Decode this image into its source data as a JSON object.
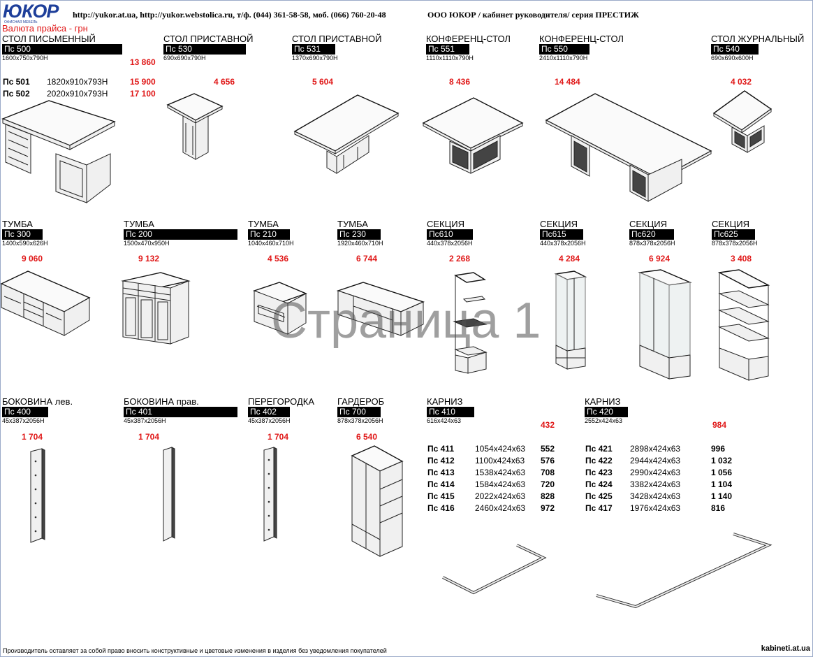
{
  "header": {
    "logo": "ЮКОР",
    "logo_sub": "ОФИСНАЯ МЕБЕЛЬ",
    "links": "http://yukor.at.ua, http://yukor.webstolica.ru, т/ф. (044) 361-58-58, моб. (066) 760-20-48",
    "company": "ООО ЮКОР  / кабинет руководителя/ серия ПРЕСТИЖ",
    "currency": "Валюта прайса - грн"
  },
  "watermark": "Страница 1",
  "row1": [
    {
      "title": "СТОЛ ПИСЬМЕННЫЙ",
      "code": "Пс 500",
      "dims": "1600x750x790Н",
      "price": "13 860",
      "variants": [
        {
          "code": "Пс 501",
          "dims": "1820х910х793Н",
          "price": "15 900"
        },
        {
          "code": "Пс 502",
          "dims": "2020х910х793Н",
          "price": "17 100"
        }
      ]
    },
    {
      "title": "СТОЛ ПРИСТАВНОЙ",
      "code": "Пс 530",
      "dims": "690x690x790Н",
      "price": "4 656"
    },
    {
      "title": "СТОЛ ПРИСТАВНОЙ",
      "code": "Пс 531",
      "dims": "1370x690x790Н",
      "price": "5 604"
    },
    {
      "title": "КОНФЕРЕНЦ-СТОЛ",
      "code": "Пс 551",
      "dims": "1110x1110x790Н",
      "price": "8 436"
    },
    {
      "title": "КОНФЕРЕНЦ-СТОЛ",
      "code": "Пс 550",
      "dims": "2410x1110x790Н",
      "price": "14 484"
    },
    {
      "title": "СТОЛ ЖУРНАЛЬНЫЙ",
      "code": "Пс 540",
      "dims": "690x690x600Н",
      "price": "4 032"
    }
  ],
  "row2": [
    {
      "title": "ТУМБА",
      "code": "Пс 300",
      "dims": "1400x590x626Н",
      "price": "9 060"
    },
    {
      "title": "ТУМБА",
      "code": "Пс 200",
      "dims": "1500x470x950Н",
      "price": "9 132"
    },
    {
      "title": "ТУМБА",
      "code": "Пс 210",
      "dims": "1040x460x710Н",
      "price": "4 536"
    },
    {
      "title": "ТУМБА",
      "code": "Пс 230",
      "dims": "1920x460x710Н",
      "price": "6 744"
    },
    {
      "title": "СЕКЦИЯ",
      "code": "Пс610",
      "dims": "440x378x2056Н",
      "price": "2 268"
    },
    {
      "title": "СЕКЦИЯ",
      "code": "Пс615",
      "dims": "440x378x2056Н",
      "price": "4 284"
    },
    {
      "title": "СЕКЦИЯ",
      "code": "Пс620",
      "dims": "878x378x2056Н",
      "price": "6 924"
    },
    {
      "title": "СЕКЦИЯ",
      "code": "Пс625",
      "dims": "878x378x2056Н",
      "price": "3 408"
    }
  ],
  "row3": [
    {
      "title": "БОКОВИНА  лев.",
      "code": "Пс 400",
      "dims": "45x387x2056Н",
      "price": "1 704"
    },
    {
      "title": "БОКОВИНА прав.",
      "code": "Пс 401",
      "dims": "45x387x2056Н",
      "price": "1 704"
    },
    {
      "title": "ПЕРЕГОРОДКА",
      "code": "Пс 402",
      "dims": "45x387x2056Н",
      "price": "1 704"
    },
    {
      "title": "ГАРДЕРОБ",
      "code": "Пс 700",
      "dims": "878x378x2056Н",
      "price": "6 540"
    },
    {
      "title": "КАРНИЗ",
      "code": "Пс 410",
      "dims": "616x424x63",
      "price": "432",
      "variants": [
        {
          "code": "Пс 411",
          "dims": "1054x424x63",
          "price": "552"
        },
        {
          "code": "Пс 412",
          "dims": "1100x424x63",
          "price": "576"
        },
        {
          "code": "Пс 413",
          "dims": "1538x424x63",
          "price": "708"
        },
        {
          "code": "Пс 414",
          "dims": "1584x424x63",
          "price": "720"
        },
        {
          "code": "Пс 415",
          "dims": "2022x424x63",
          "price": "828"
        },
        {
          "code": "Пс 416",
          "dims": "2460x424x63",
          "price": "972"
        }
      ]
    },
    {
      "title": "КАРНИЗ",
      "code": "Пс 420",
      "dims": "2552x424x63",
      "price": "984",
      "variants": [
        {
          "code": "Пс 421",
          "dims": "2898x424x63",
          "price": "996"
        },
        {
          "code": "Пс 422",
          "dims": "2944x424x63",
          "price": "1 032"
        },
        {
          "code": "Пс 423",
          "dims": "2990x424x63",
          "price": "1 056"
        },
        {
          "code": "Пс 424",
          "dims": "3382x424x63",
          "price": "1 104"
        },
        {
          "code": "Пс 425",
          "dims": "3428x424x63",
          "price": "1 140"
        },
        {
          "code": "Пс 417",
          "dims": "1976x424x63",
          "price": "816"
        }
      ]
    }
  ],
  "footer": {
    "note": "Производитель оставляет за собой право вносить конструктивные и цветовые изменения в изделия без уведомления покупателей",
    "site": "kabineti.at.ua"
  },
  "colors": {
    "price": "#e01818",
    "code_bg": "#000000",
    "code_text": "#ffffff",
    "logo": "#1e3f9a"
  }
}
